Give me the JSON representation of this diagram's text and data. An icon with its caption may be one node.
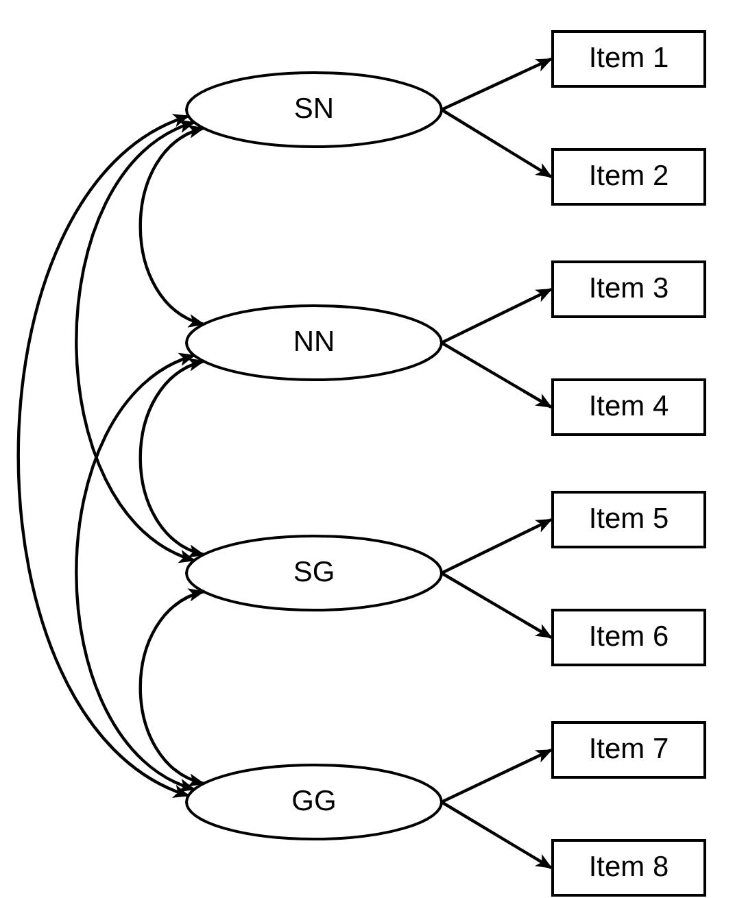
{
  "diagram": {
    "nodes": [
      {
        "text": [
          "SN"
        ]
      },
      {
        "text": [
          "NN"
        ]
      },
      {
        "text": [
          "SG"
        ]
      },
      {
        "text": [
          "GG"
        ]
      },
      {
        "text": [
          "Item 1"
        ]
      },
      {
        "text": [
          "Item 2"
        ]
      },
      {
        "text": [
          "Item 3"
        ]
      },
      {
        "text": [
          "Item 4"
        ]
      },
      {
        "text": [
          "Item 5"
        ]
      },
      {
        "text": [
          "Item 6"
        ]
      },
      {
        "text": [
          "Item 7"
        ]
      },
      {
        "text": [
          "Item 8"
        ]
      }
    ],
    "edges": [
      {
        "from": 0,
        "to": 4,
        "arrow": "to"
      },
      {
        "from": 0,
        "to": 5,
        "arrow": "to"
      },
      {
        "from": 1,
        "to": 6,
        "arrow": "to"
      },
      {
        "from": 1,
        "to": 7,
        "arrow": "to"
      },
      {
        "from": 2,
        "to": 8,
        "arrow": "to"
      },
      {
        "from": 2,
        "to": 9,
        "arrow": "to"
      },
      {
        "from": 3,
        "to": 10,
        "arrow": "to"
      },
      {
        "from": 3,
        "to": 11,
        "arrow": "to"
      },
      {
        "from": 0,
        "to": 1,
        "arrow": "both"
      },
      {
        "from": 1,
        "to": 2,
        "arrow": "both"
      },
      {
        "from": 2,
        "to": 3,
        "arrow": "both"
      },
      {
        "from": 0,
        "to": 2,
        "arrow": "both"
      },
      {
        "from": 1,
        "to": 3,
        "arrow": "both"
      },
      {
        "from": 0,
        "to": 3,
        "arrow": "both"
      }
    ]
  }
}
